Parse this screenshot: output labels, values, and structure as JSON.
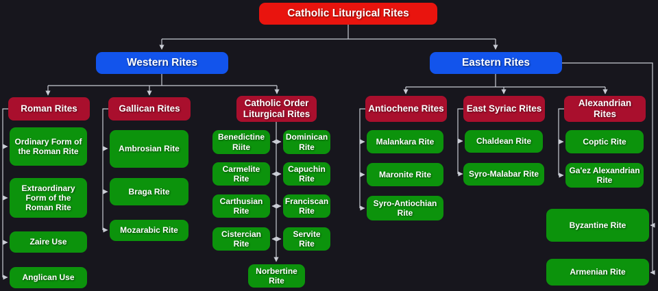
{
  "title": "Catholic Liturgical Rites",
  "colors": {
    "background": "#17161d",
    "root_box": "#e9140e",
    "branch_box": "#1254ec",
    "group_header_box": "#a90f2d",
    "leaf_box": "#0c930c",
    "connector": "#c9ccd4",
    "text": "#ffffff"
  },
  "tree": {
    "root": "Catholic Liturgical Rites",
    "western": {
      "label": "Western Rites",
      "roman": {
        "header": "Roman Rites",
        "children": [
          "Ordinary Form of the Roman Rite",
          "Extraordinary Form of the Roman Rite",
          "Zaire Use",
          "Anglican Use"
        ]
      },
      "gallican": {
        "header": "Gallican Rites",
        "children": [
          "Ambrosian Rite",
          "Braga Rite",
          "Mozarabic Rite"
        ]
      },
      "catholic_order": {
        "header": "Catholic Order Liturgical Rites",
        "left_column": [
          "Benedictine Riite",
          "Carmelite Rite",
          "Carthusian Rite",
          "Cistercian Rite"
        ],
        "right_column": [
          "Dominican Rite",
          "Capuchin Rite",
          "Franciscan Rite",
          "Servite Rite"
        ],
        "bottom": "Norbertine Rite"
      }
    },
    "eastern": {
      "label": "Eastern Rites",
      "antiochene": {
        "header": "Antiochene Rites",
        "children": [
          "Malankara Rite",
          "Maronite Rite",
          "Syro-Antiochian Rite"
        ]
      },
      "east_syriac": {
        "header": "East Syriac Rites",
        "children": [
          "Chaldean Rite",
          "Syro-Malabar Rite"
        ]
      },
      "alexandrian": {
        "header": "Alexandrian Rites",
        "children": [
          "Coptic Rite",
          "Ga'ez Alexandrian Rite"
        ]
      },
      "other": [
        "Byzantine Rite",
        "Armenian Rite"
      ]
    }
  }
}
